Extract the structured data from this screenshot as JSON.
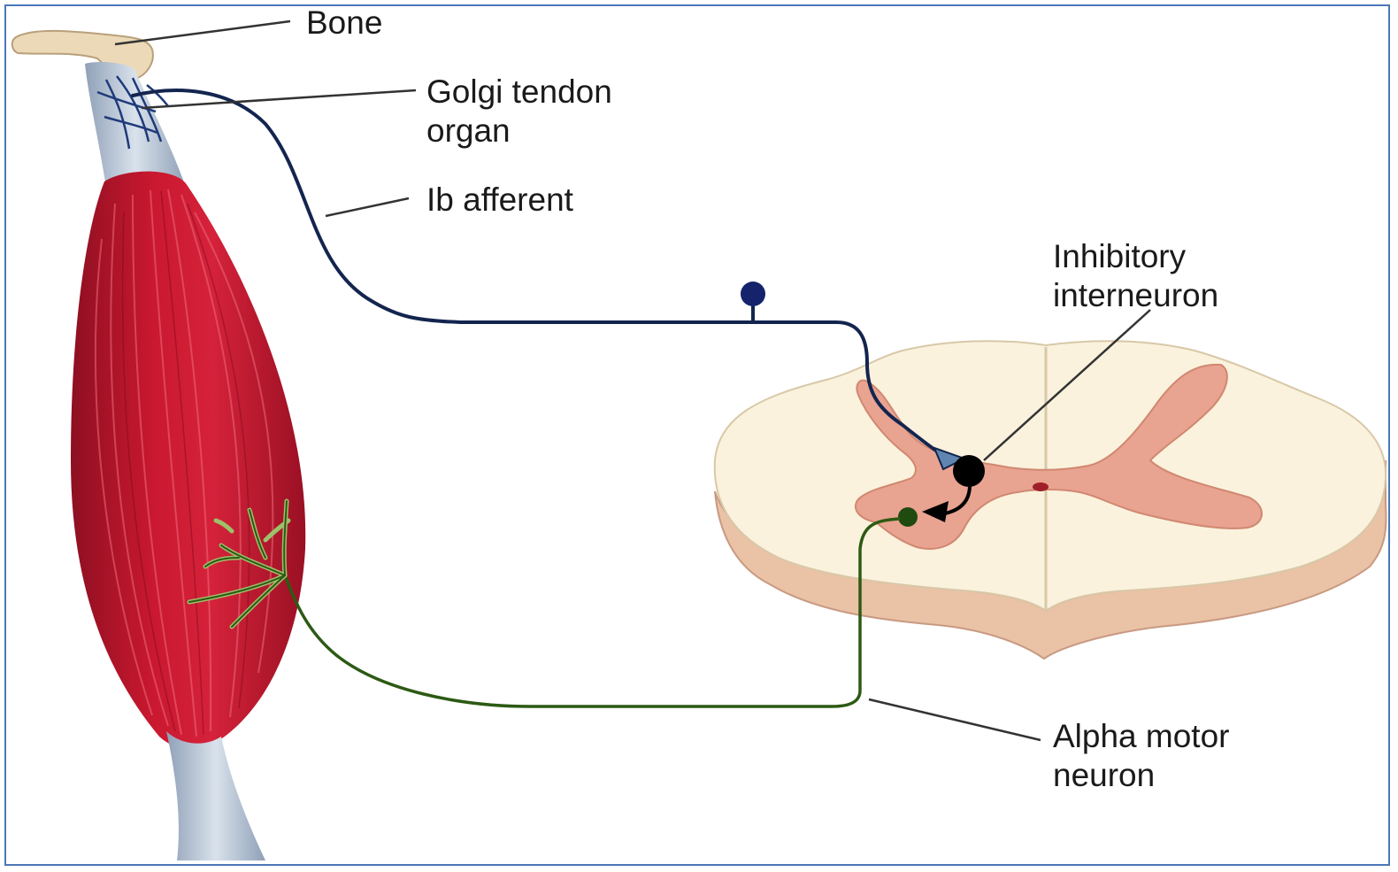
{
  "diagram": {
    "labels": {
      "bone": "Bone",
      "golgi_line1": "Golgi tendon",
      "golgi_line2": "organ",
      "ib_afferent": "Ib afferent",
      "inhibitory_line1": "Inhibitory",
      "inhibitory_line2": "interneuron",
      "alpha_line1": "Alpha motor",
      "alpha_line2": "neuron"
    },
    "colors": {
      "frame": "#4a78b8",
      "muscle": "#c2192f",
      "tendon": "#a9b9cc",
      "bone": "#ecd9b8",
      "ib_afferent_fiber": "#13254f",
      "alpha_motor_fiber": "#2d5a14",
      "gray_matter": "#e9a391",
      "white_matter": "#fbf2dd",
      "interneuron": "#000000",
      "leader_line": "#333333"
    }
  }
}
